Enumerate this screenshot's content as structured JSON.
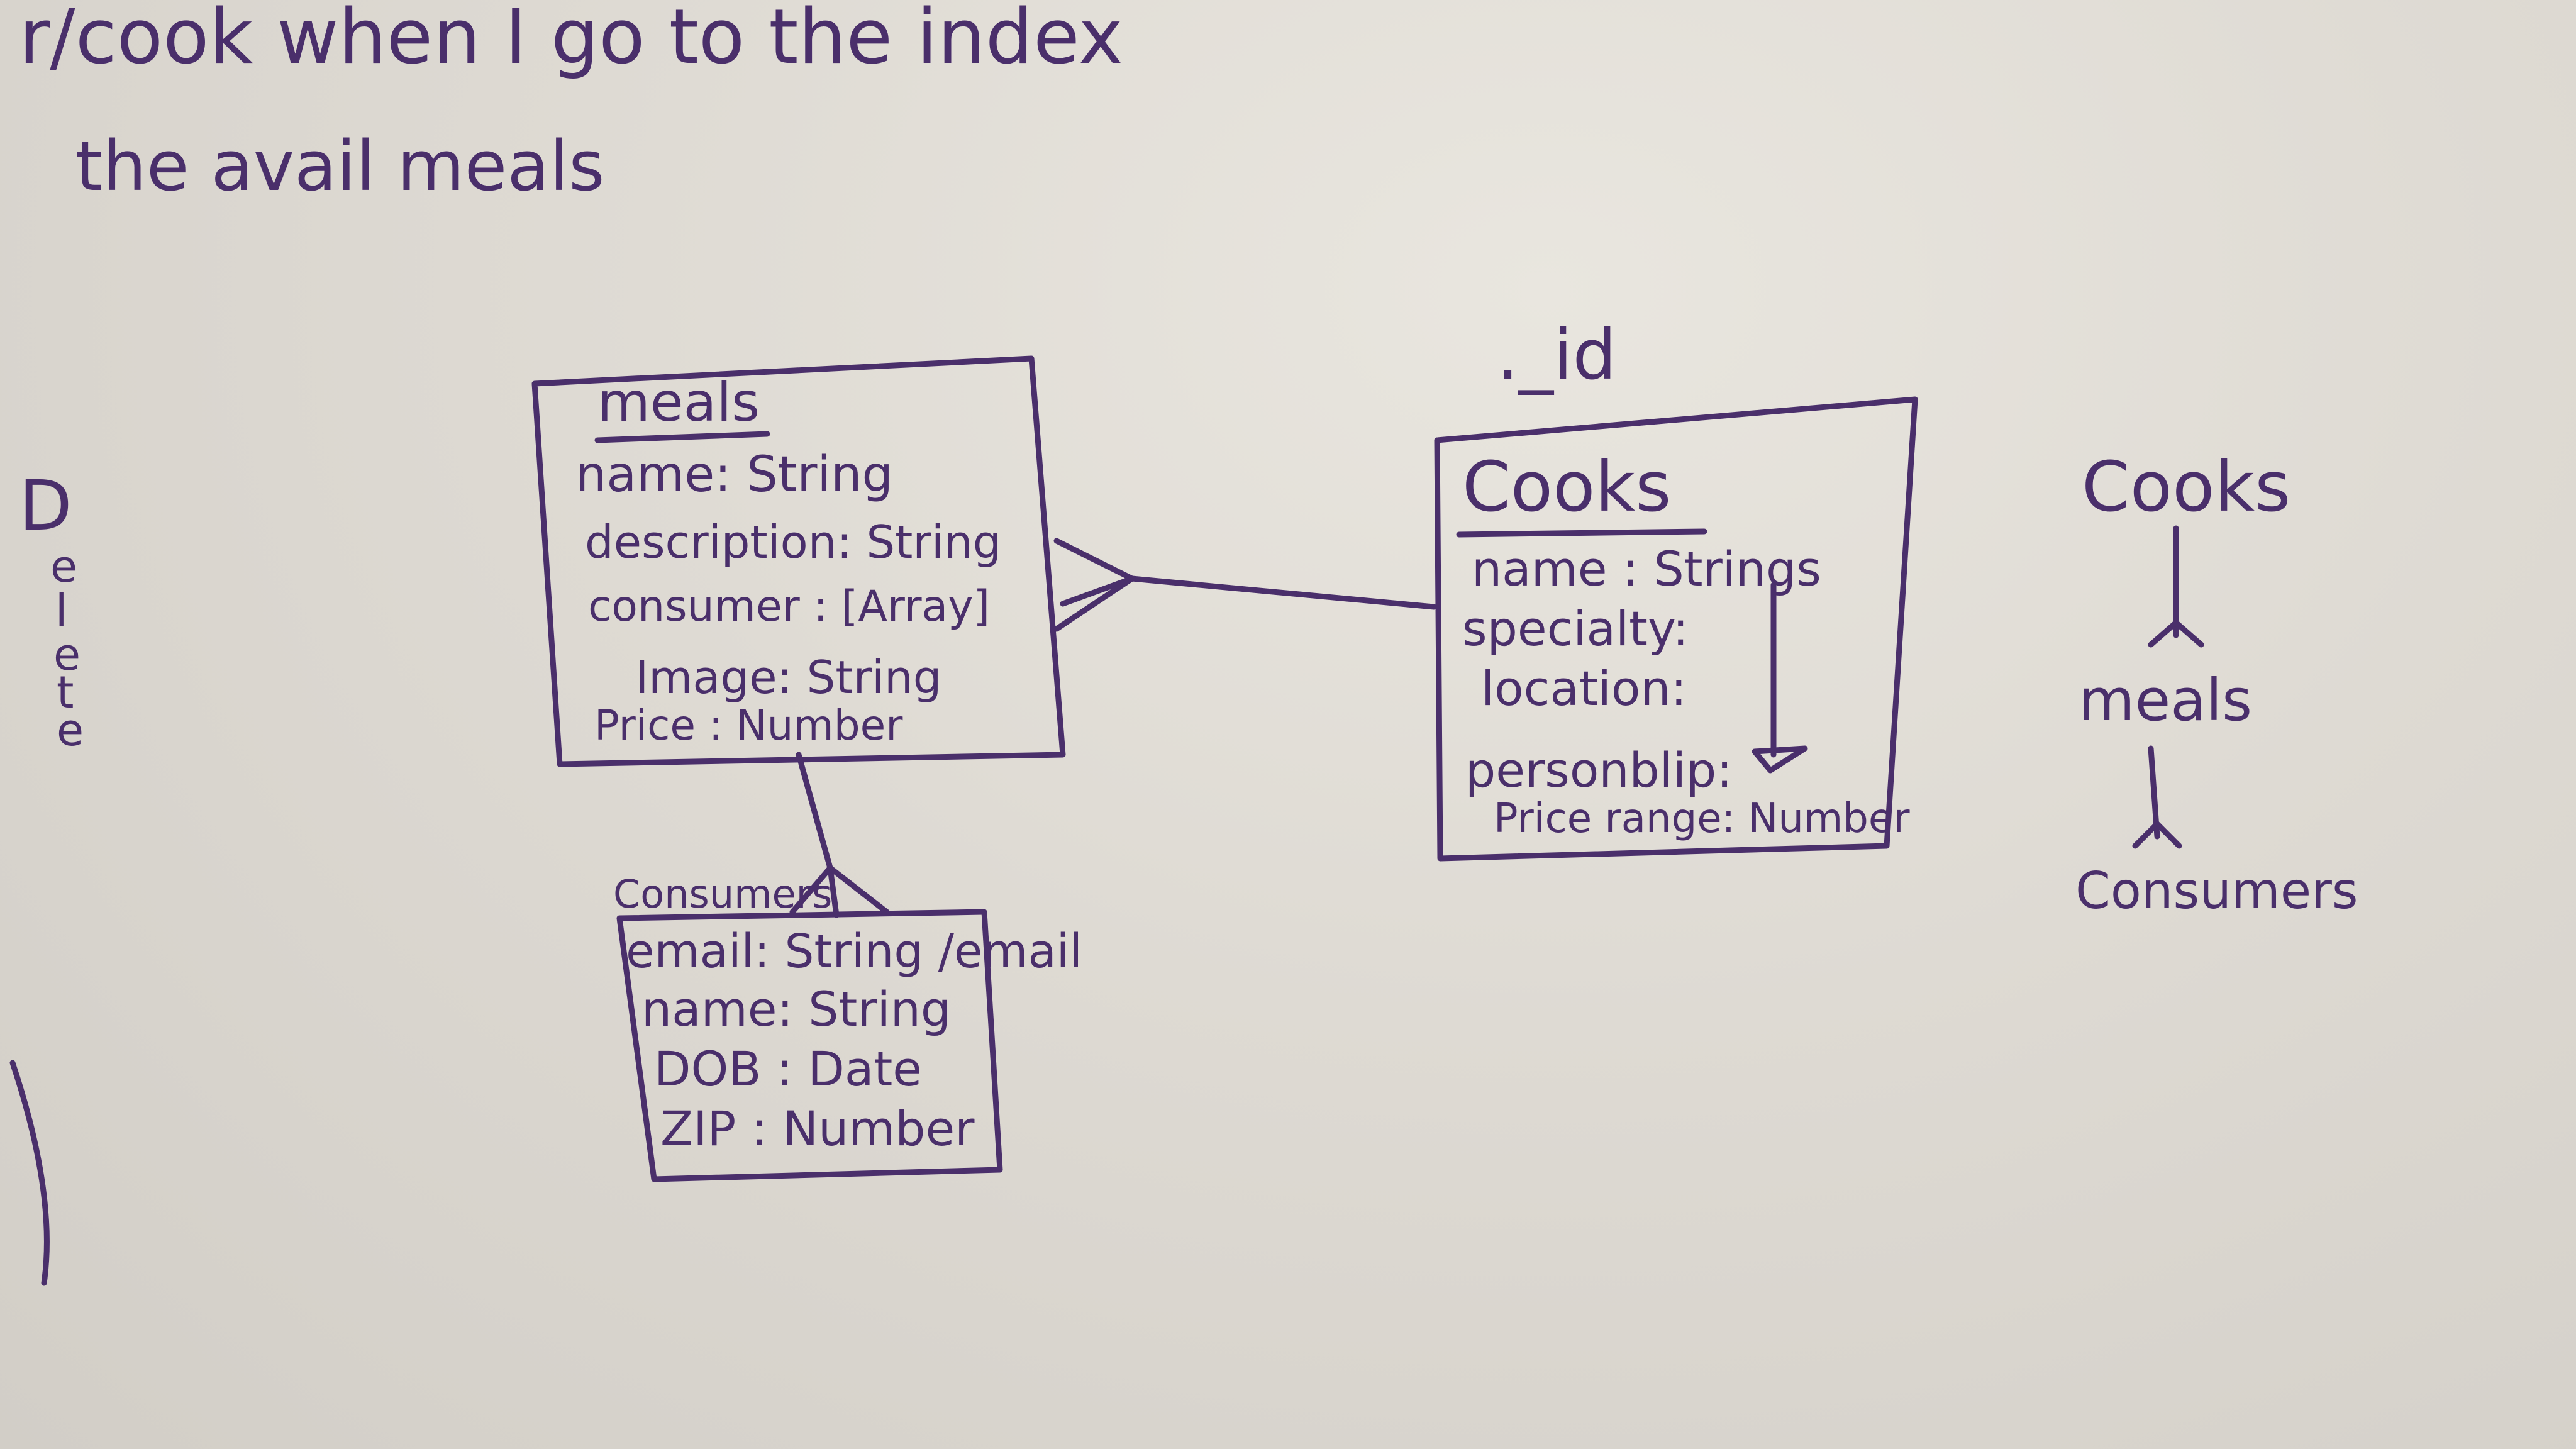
{
  "notes": {
    "line1": "r/cook when I go to the index",
    "line2": "the avail meals"
  },
  "delete_letters": [
    "D",
    "e",
    "l",
    "e",
    "t",
    "e"
  ],
  "meals_box": {
    "title": "meals",
    "fields": [
      "name: String",
      "description: String",
      "consumer : [Array]",
      "Image: String",
      "Price : Number"
    ]
  },
  "cooks_box": {
    "id_label": "._id",
    "title": "Cooks",
    "fields": [
      "name : Strings",
      "specialty:",
      "location:",
      "personblip:",
      "Price range: Number"
    ]
  },
  "consumers_box": {
    "label": "Consumers",
    "fields": [
      "email: String /email",
      "name: String",
      "DOB : Date",
      "ZIP : Number"
    ]
  },
  "hierarchy": {
    "top": "Cooks",
    "middle": "meals",
    "bottom": "Consumers"
  },
  "colors": {
    "ink": "#4a2f6b",
    "board": "#dedad3"
  }
}
